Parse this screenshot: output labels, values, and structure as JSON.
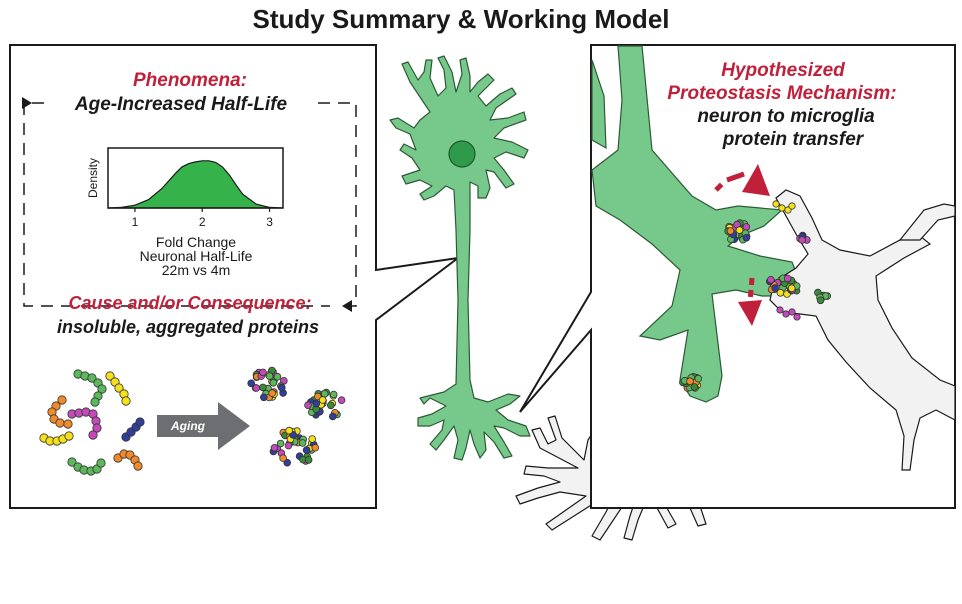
{
  "title": "Study Summary & Working Model",
  "left_panel": {
    "phenomena_heading": "Phenomena:",
    "phenomena_text": "Age-Increased Half-Life",
    "cause_heading": "Cause and/or Consequence:",
    "cause_text": "insoluble, aggregated proteins",
    "aging_label": "Aging"
  },
  "right_panel": {
    "heading_line1": "Hypothesized",
    "heading_line2": "Proteostasis Mechanism:",
    "text_line1": "neuron to microglia",
    "text_line2": "protein transfer"
  },
  "colors": {
    "neuron": "#76c88b",
    "microglia": "#f2f2f2",
    "accent_red": "#c0203a",
    "aging_arrow": "#6d6e71"
  },
  "chart_data": {
    "type": "area",
    "xlabel": "Fold Change",
    "xlabel_line2": "Neuronal Half-Life",
    "xlabel_line3": "22m vs 4m",
    "ylabel": "Density",
    "xlim": [
      0.6,
      3.2
    ],
    "ylim": [
      0,
      1.08
    ],
    "ticks": [
      "1",
      "2",
      "3"
    ],
    "tick_values": [
      1,
      2,
      3
    ],
    "x": [
      0.6,
      0.8,
      1.0,
      1.2,
      1.4,
      1.6,
      1.7,
      1.8,
      1.9,
      2.0,
      2.1,
      2.2,
      2.3,
      2.4,
      2.5,
      2.6,
      2.8,
      3.0,
      3.2
    ],
    "y": [
      0.0,
      0.01,
      0.05,
      0.15,
      0.35,
      0.62,
      0.74,
      0.8,
      0.83,
      0.85,
      0.85,
      0.82,
      0.74,
      0.6,
      0.42,
      0.25,
      0.07,
      0.01,
      0.0
    ]
  }
}
